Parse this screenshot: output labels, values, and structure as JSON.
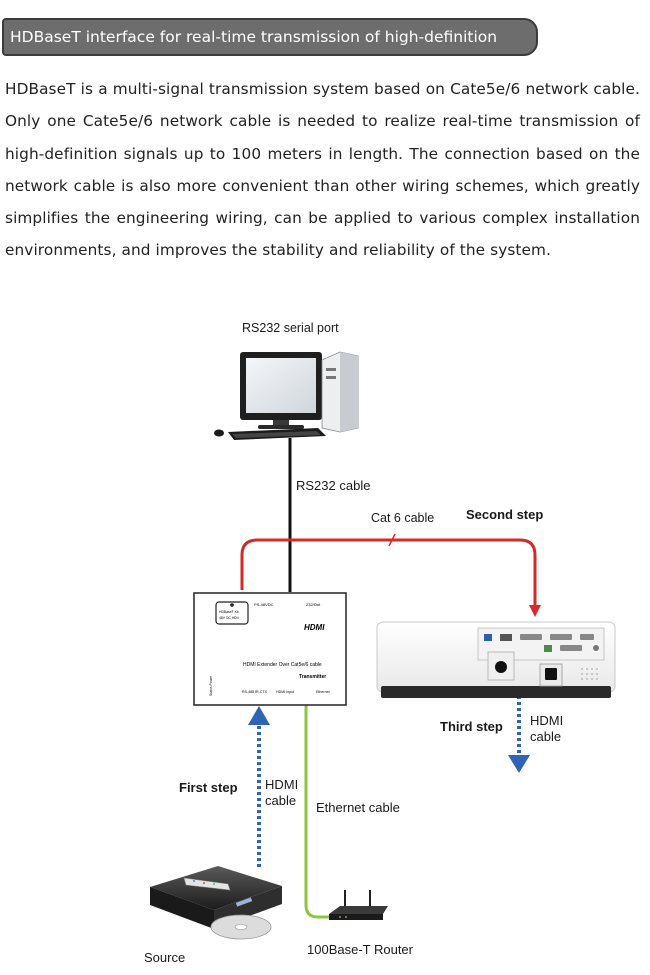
{
  "header": {
    "title": "HDBaseT interface for real-time transmission of high-definition"
  },
  "intro": {
    "paragraph": "HDBaseT is a multi-signal transmission system based on Cate5e/6 network cable. Only one Cate5e/6 network cable is needed to realize real-time transmission of high-definition signals up to 100 meters in length. The connection based on the network cable is also more convenient than other wiring schemes, which greatly simplifies the engineering wiring, can be applied to various complex installation environments, and improves the stability and reliability of the system."
  },
  "diagram": {
    "computer_label": "RS232 serial port",
    "rs232_cable_label": "RS232 cable",
    "cat6_cable_label": "Cat 6 cable",
    "second_step_label": "Second step",
    "first_step_label": "First step",
    "hdmi_cable_in_line1": "HDMI",
    "hdmi_cable_in_line2": "cable",
    "ethernet_cable_label": "Ethernet cable",
    "third_step_label": "Third step",
    "hdmi_cable_out_line1": "HDMI",
    "hdmi_cable_out_line2": "cable",
    "source_label": "Source",
    "router_label": "100Base-T Router",
    "transmitter": {
      "hdmi_logo": "HDMI",
      "product_line": "HDMI Extender Over Cat5e/6 cable",
      "role": "Transmitter",
      "port_rs485": "RS-485",
      "port_ircx": "IR-CTX",
      "port_hdmi_input": "HDMI Input",
      "port_ethernet": "Ethernet",
      "status_power": "Status Power",
      "top_label_left": "PS-48VDC",
      "top_label_right": "232/Out",
      "sticker_line1": "HDBaseT Kit",
      "sticker_line2": "48V DC HDV"
    },
    "colors": {
      "cat6_cable": "#d62a2a",
      "rs232_cable": "#111111",
      "hdmi_cable": "#2f63b5",
      "ethernet_cable": "#8cc63f"
    }
  }
}
